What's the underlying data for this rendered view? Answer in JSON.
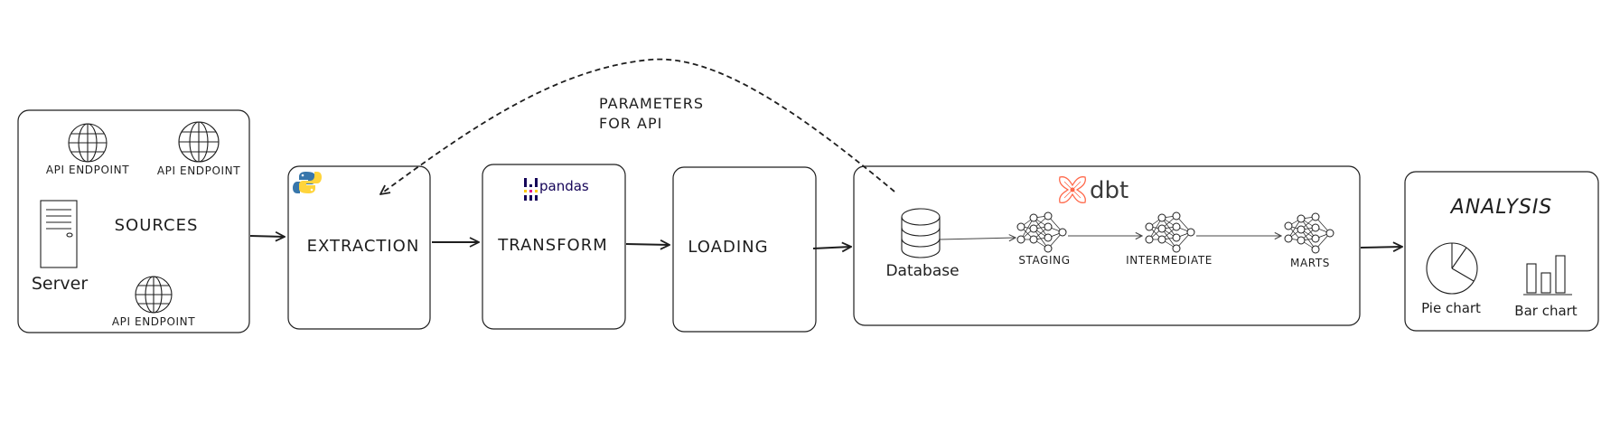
{
  "sources": {
    "title": "SOURCES",
    "server_label": "Server",
    "endpoints": [
      "API ENDPOINT",
      "API ENDPOINT",
      "API ENDPOINT"
    ]
  },
  "extraction": {
    "title": "EXTRACTION"
  },
  "transform": {
    "title": "TRANSFORM",
    "library": "pandas"
  },
  "loading": {
    "title": "LOADING"
  },
  "dbt": {
    "brand": "dbt",
    "database_label": "Database",
    "layers": [
      "STAGING",
      "INTERMEDIATE",
      "MARTS"
    ]
  },
  "analysis": {
    "title": "ANALYSIS",
    "pie_label": "Pie chart",
    "bar_label": "Bar chart"
  },
  "feedback": {
    "line1": "PARAMETERS",
    "line2": "FOR API"
  },
  "colors": {
    "dbt_orange": "#ff694b",
    "pandas_navy": "#150458",
    "pandas_yellow": "#ffca00",
    "pandas_pink": "#e70488",
    "python_blue": "#3776ab",
    "python_yellow": "#ffd43b"
  },
  "icons": [
    "globe-icon",
    "server-icon",
    "python-icon",
    "pandas-icon",
    "dbt-icon",
    "database-icon",
    "neural-network-icon",
    "pie-chart-icon",
    "bar-chart-icon"
  ]
}
